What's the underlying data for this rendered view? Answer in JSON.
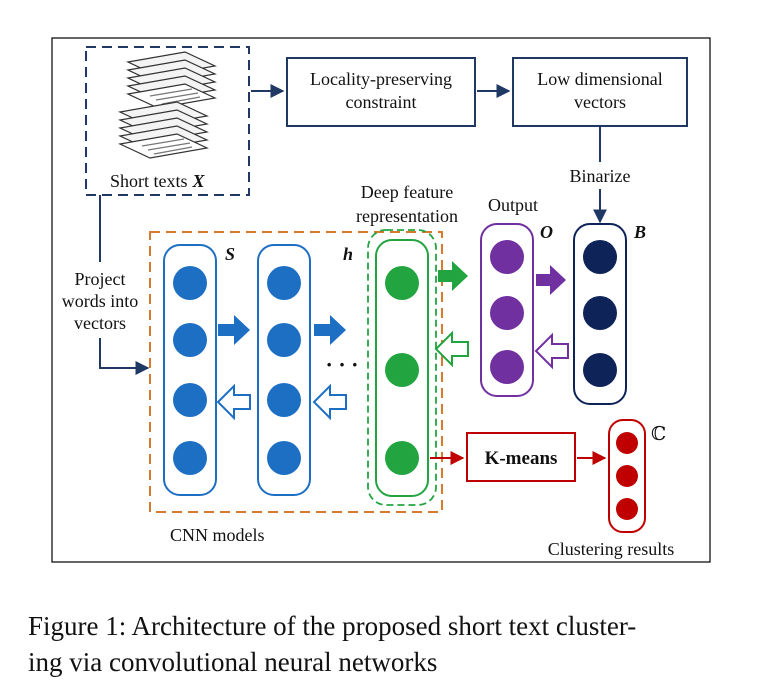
{
  "diagram": {
    "nodes": {
      "short_texts": "Short texts",
      "short_texts_var": "X",
      "locality": [
        "Locality-preserving",
        "constraint"
      ],
      "low_dim": [
        "Low dimensional",
        "vectors"
      ],
      "binarize": "Binarize",
      "deep_feature": [
        "Deep feature",
        "representation"
      ],
      "output": "Output",
      "project": [
        "Project",
        "words into",
        "vectors"
      ],
      "cnn_models": "CNN models",
      "kmeans": "K-means",
      "clustering_results": "Clustering results"
    },
    "symbols": {
      "S": "S",
      "h": "h",
      "O": "O",
      "B": "B",
      "C": "ℂ",
      "ellipsis": "· · ·"
    },
    "colors": {
      "navy": "#1f3864",
      "cnn_blue": "#1d6fc4",
      "feature_green": "#22a541",
      "output_purple": "#7030a0",
      "binary_navy": "#0e2357",
      "kmeans_red": "#c00000",
      "dashed_orange": "#d77a2d"
    }
  },
  "caption": {
    "line1": "Figure 1: Architecture of the proposed short text cluster-",
    "line2": "ing via convolutional neural networks"
  }
}
